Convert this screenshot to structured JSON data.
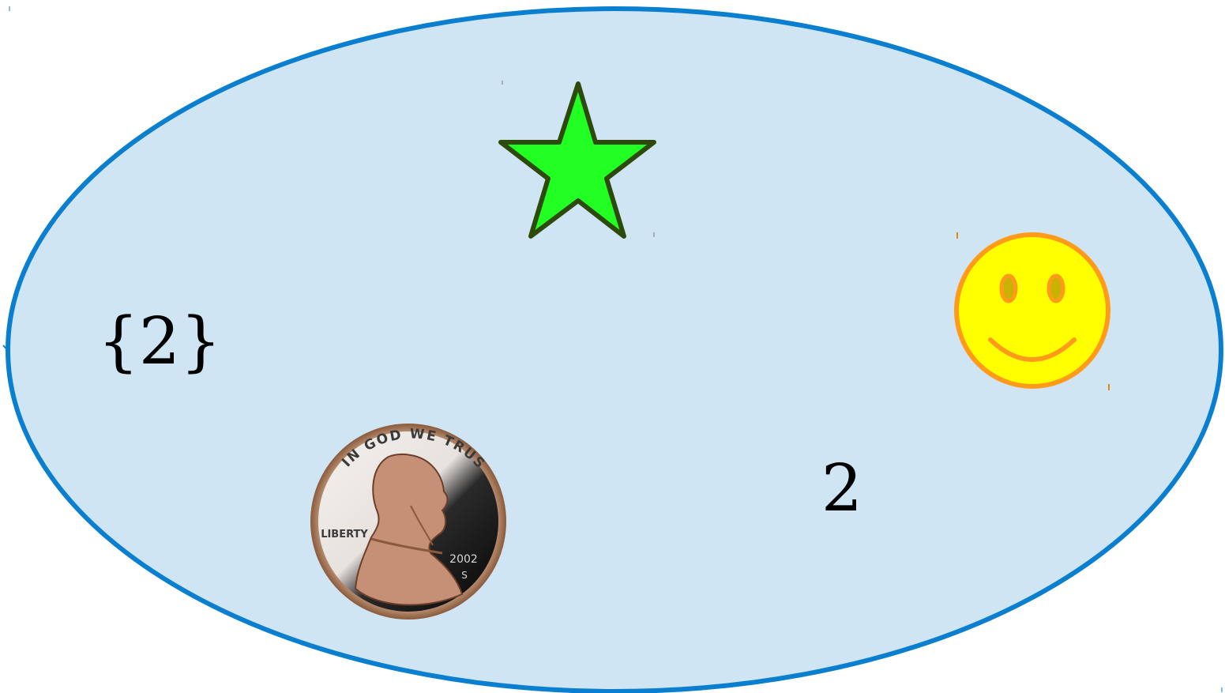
{
  "set": {
    "fill_color": "#cfe5f4",
    "border_color": "#0a7fd0",
    "elements": {
      "set_containing_two": "{2}",
      "number_two": "2",
      "star": {
        "icon": "star-icon",
        "fill_color": "#22ff22",
        "stroke_color": "#2e4a0a"
      },
      "smiley": {
        "icon": "smiley-face-icon",
        "fill_color": "#ffff00",
        "stroke_color": "#ff9a1a"
      },
      "penny": {
        "icon": "penny-coin-image",
        "motto": "IN GOD WE TRUST",
        "inscription": "LIBERTY",
        "year": "2002",
        "mint_mark": "S"
      }
    }
  }
}
